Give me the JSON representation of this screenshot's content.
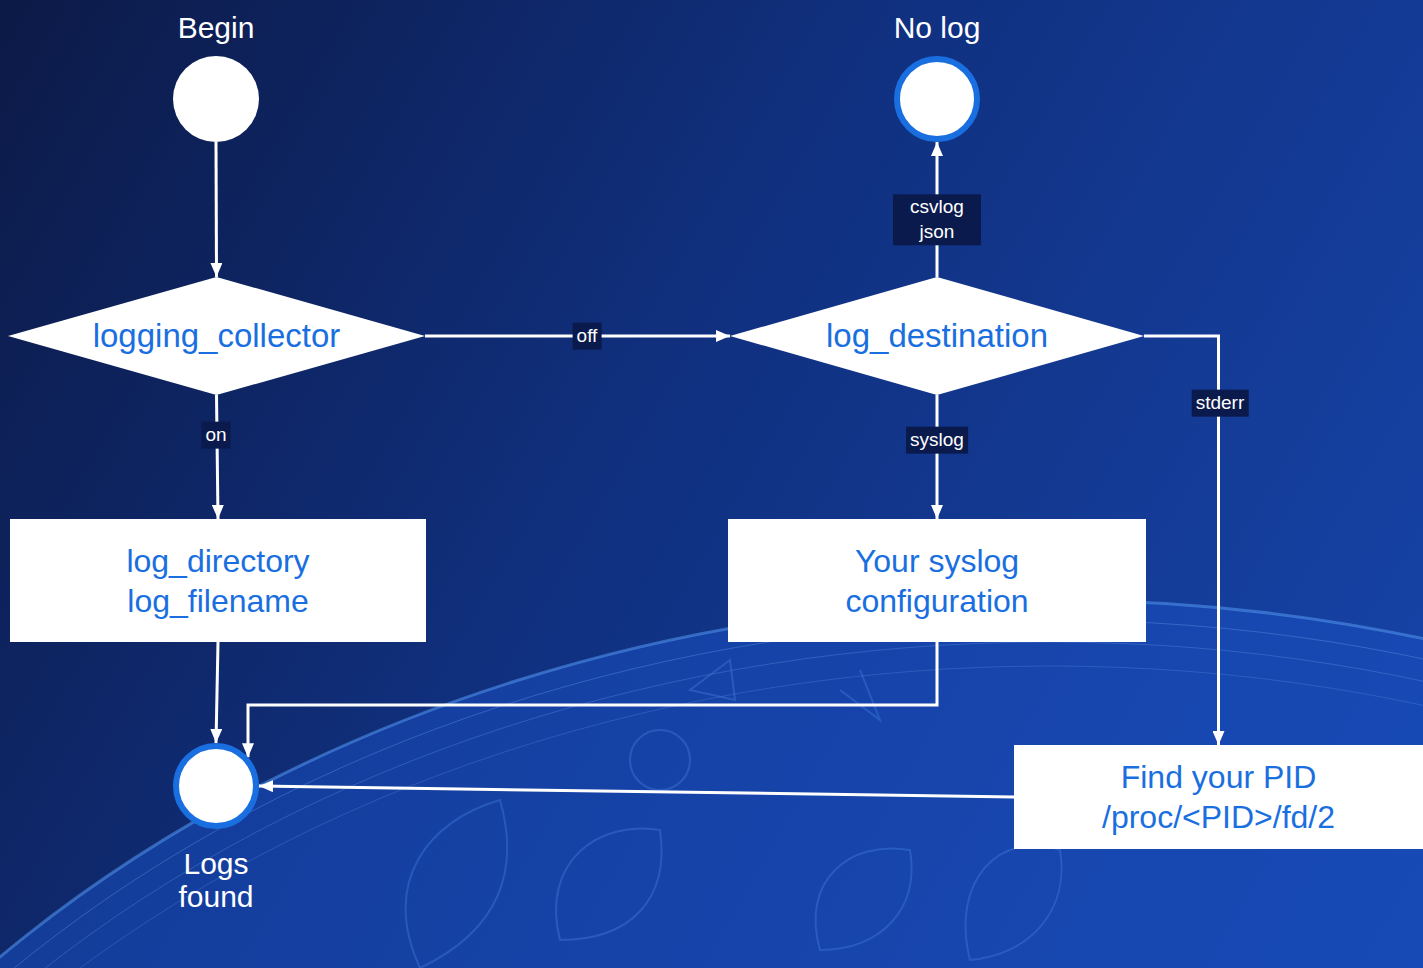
{
  "diagram": {
    "nodes": [
      {
        "text": [
          "Begin"
        ]
      },
      {
        "text": [
          "No log"
        ]
      },
      {
        "text": [
          "logging_collector"
        ]
      },
      {
        "text": [
          "log_destination"
        ]
      },
      {
        "text": [
          "log_directory log_filename"
        ]
      },
      {
        "text": [
          "Your syslog configuration"
        ]
      },
      {
        "text": [
          "Logs found"
        ]
      },
      {
        "text": [
          "Find your PID /proc/<PID>/fd/2"
        ]
      }
    ],
    "edges": [
      {
        "from": 0,
        "to": 2,
        "arrow": "to"
      },
      {
        "from": 2,
        "to": 3,
        "label": "off",
        "arrow": "to"
      },
      {
        "from": 2,
        "to": 4,
        "label": "on",
        "arrow": "to"
      },
      {
        "from": 3,
        "to": 1,
        "label": "csvlog json",
        "arrow": "to"
      },
      {
        "from": 3,
        "to": 5,
        "label": "syslog",
        "arrow": "to"
      },
      {
        "from": 3,
        "to": 7,
        "label": "stderr",
        "arrow": "to"
      },
      {
        "from": 4,
        "to": 6,
        "arrow": "to"
      },
      {
        "from": 5,
        "to": 6,
        "arrow": "to"
      },
      {
        "from": 7,
        "to": 6,
        "arrow": "to"
      }
    ]
  }
}
